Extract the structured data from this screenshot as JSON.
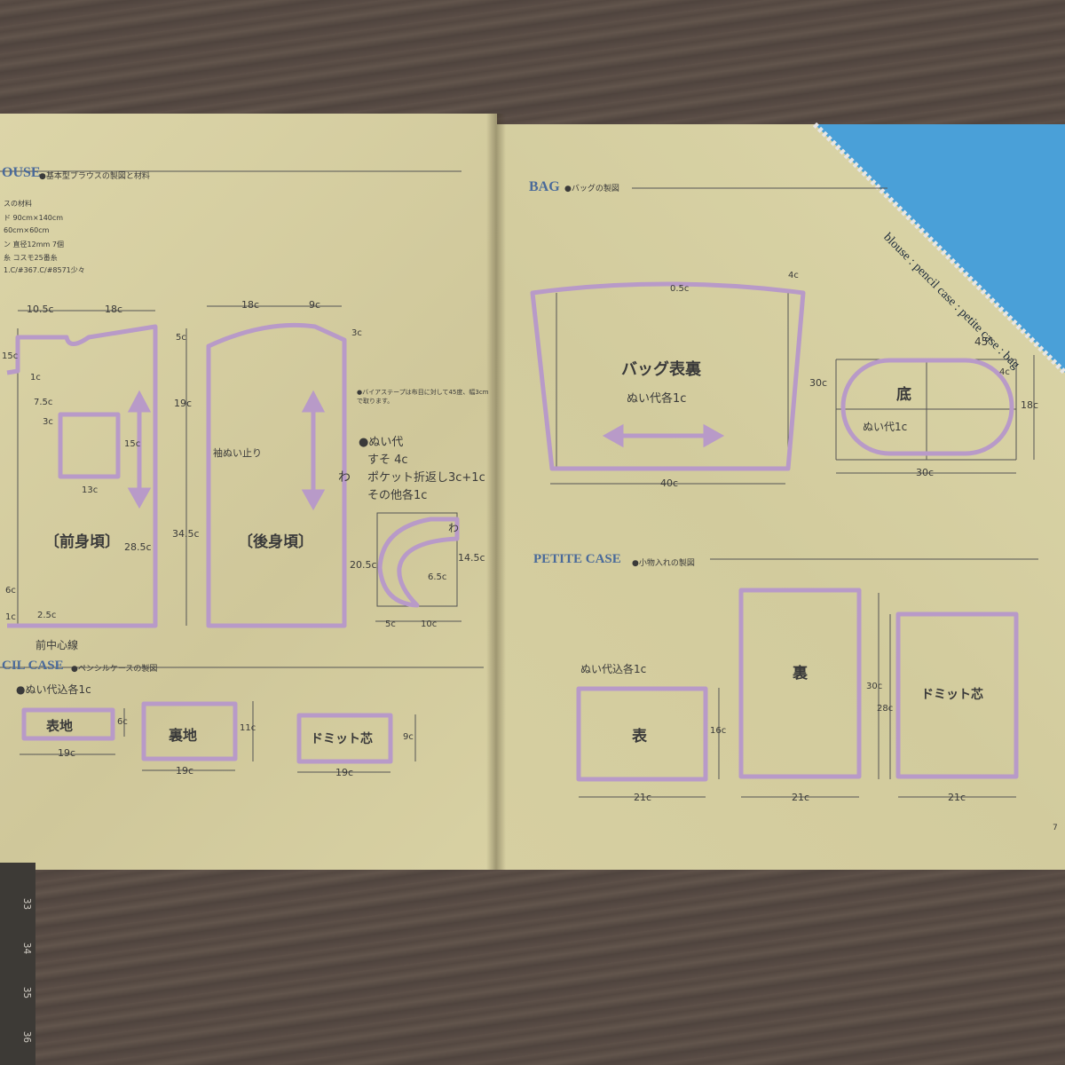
{
  "left_page": {
    "blouse_heading": "OUSE",
    "blouse_subtitle": "●基本型ブラウスの製図と材料",
    "materials": [
      "スの材料",
      "ド 90cm×140cm",
      "60cm×60cm",
      "ン 直径12mm 7個",
      "糸 コスモ25番糸",
      "1.C/#367.C/#8571少々"
    ],
    "dims_front": [
      "10.5c",
      "18c",
      "15c",
      "1c",
      "7.5c",
      "3c",
      "13c",
      "15c",
      "28.5c",
      "6c",
      "1c",
      "2.5c"
    ],
    "dims_back": [
      "18c",
      "9c",
      "5c",
      "3c",
      "19c",
      "34.5c"
    ],
    "sleeve_stop": "袖ぬい止り",
    "front_label": "〔前身頃〕",
    "back_label": "〔後身頃〕",
    "center_front": "前中心線",
    "fold_mark": "わ",
    "bias_note": "●バイアステープは布目に対して45度、幅3cmで取ります。",
    "seam_notes": [
      "●ぬい代",
      "すそ 4c",
      "ポケット折返し3c+1c",
      "その他各1c"
    ],
    "collar_dims": [
      "20.5c",
      "14.5c",
      "6.5c",
      "5c",
      "10c",
      "わ"
    ],
    "pencil_heading": "CIL CASE",
    "pencil_subtitle": "●ペンシルケースの製図",
    "pencil_seam": "●ぬい代込各1c",
    "pencil_pieces": [
      {
        "label": "表地",
        "height": "6c",
        "width": "19c"
      },
      {
        "label": "裏地",
        "height": "11c",
        "width": "19c"
      },
      {
        "label": "ドミット芯",
        "height": "9c",
        "width": "19c"
      }
    ]
  },
  "right_page": {
    "bag_heading": "BAG",
    "bag_subtitle": "●バッグの製図",
    "bag_main_label": "バッグ表裏",
    "bag_seam": "ぬい代各1c",
    "bag_dims": {
      "top_curve": "0.5c",
      "top_right": "4c",
      "height": "30c",
      "width": "40c"
    },
    "bottom_label": "底",
    "bottom_seam": "ぬい代1c",
    "bottom_dims": {
      "angle": "45°",
      "corner": "4c",
      "height": "18c",
      "width": "30c"
    },
    "petite_heading": "PETITE CASE",
    "petite_subtitle": "●小物入れの製図",
    "petite_seam": "ぬい代込各1c",
    "petite_pieces": [
      {
        "label": "表",
        "height": "16c",
        "width": "21c"
      },
      {
        "label": "裏",
        "height": "30c",
        "width": "21c"
      },
      {
        "label": "ドミット芯",
        "height": "28c",
        "width": "21c"
      }
    ],
    "corner_tab_text": "blouse : pencil case : petite case : bag",
    "page_number": "7"
  },
  "ruler_numbers": [
    "33",
    "34",
    "35",
    "36"
  ],
  "colors": {
    "pattern_line": "#b89ac8",
    "ink": "#3a3a3a",
    "tab_blue": "#4aa0d8",
    "page": "#d6cfa1"
  }
}
